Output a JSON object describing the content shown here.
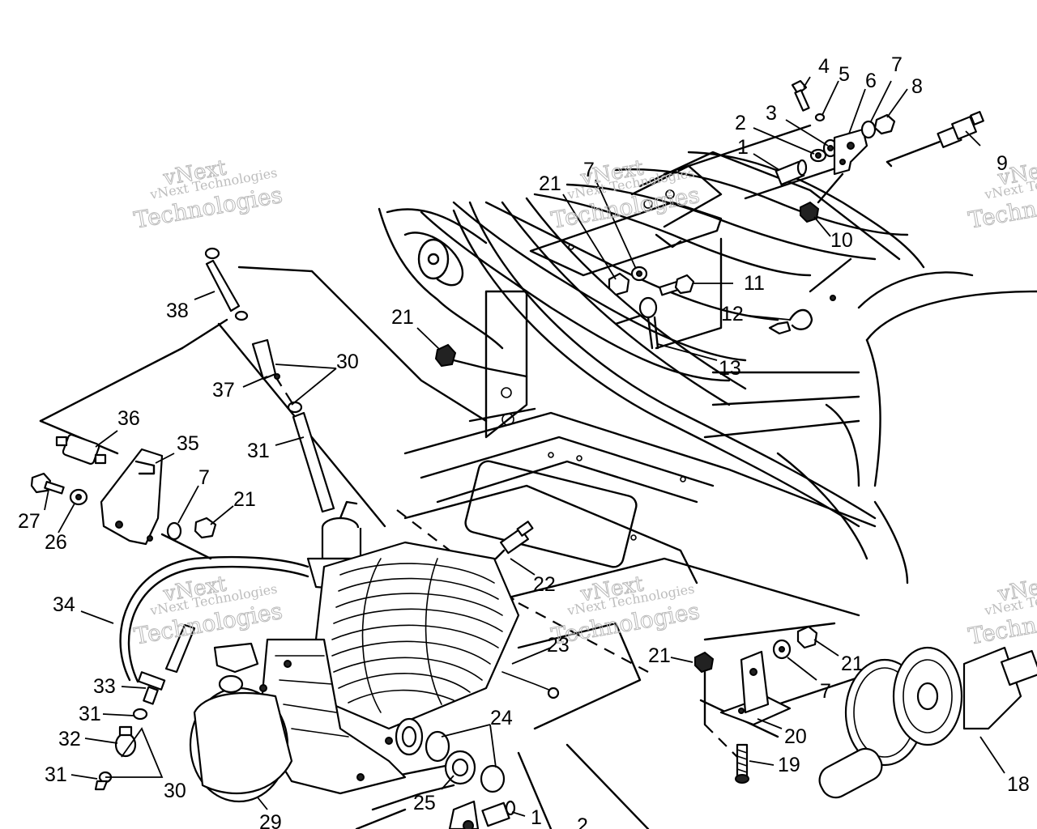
{
  "watermark": {
    "line1": "vNext",
    "line2": "vNext Technologies",
    "line3": "Technologies"
  },
  "callouts": [
    {
      "id": "c1a",
      "label": "1"
    },
    {
      "id": "c2a",
      "label": "2"
    },
    {
      "id": "c3a",
      "label": "3"
    },
    {
      "id": "c4",
      "label": "4"
    },
    {
      "id": "c5",
      "label": "5"
    },
    {
      "id": "c6",
      "label": "6"
    },
    {
      "id": "c7a",
      "label": "7"
    },
    {
      "id": "c8",
      "label": "8"
    },
    {
      "id": "c9",
      "label": "9"
    },
    {
      "id": "c10",
      "label": "10"
    },
    {
      "id": "c11",
      "label": "11"
    },
    {
      "id": "c12",
      "label": "12"
    },
    {
      "id": "c13",
      "label": "13"
    },
    {
      "id": "c21a",
      "label": "21"
    },
    {
      "id": "c7b",
      "label": "7"
    },
    {
      "id": "c21b",
      "label": "21"
    },
    {
      "id": "c38",
      "label": "38"
    },
    {
      "id": "c30a",
      "label": "30"
    },
    {
      "id": "c37",
      "label": "37"
    },
    {
      "id": "c36",
      "label": "36"
    },
    {
      "id": "c35",
      "label": "35"
    },
    {
      "id": "c31a",
      "label": "31"
    },
    {
      "id": "c7c",
      "label": "7"
    },
    {
      "id": "c21c",
      "label": "21"
    },
    {
      "id": "c27",
      "label": "27"
    },
    {
      "id": "c26",
      "label": "26"
    },
    {
      "id": "c22",
      "label": "22"
    },
    {
      "id": "c34",
      "label": "34"
    },
    {
      "id": "c23",
      "label": "23"
    },
    {
      "id": "c33",
      "label": "33"
    },
    {
      "id": "c31b",
      "label": "31"
    },
    {
      "id": "c32",
      "label": "32"
    },
    {
      "id": "c31c",
      "label": "31"
    },
    {
      "id": "c30b",
      "label": "30"
    },
    {
      "id": "c24",
      "label": "24"
    },
    {
      "id": "c25",
      "label": "25"
    },
    {
      "id": "c29",
      "label": "29"
    },
    {
      "id": "c1b",
      "label": "1"
    },
    {
      "id": "c2b",
      "label": "2"
    },
    {
      "id": "c21d",
      "label": "21"
    },
    {
      "id": "c21e",
      "label": "21"
    },
    {
      "id": "c7d",
      "label": "7"
    },
    {
      "id": "c20",
      "label": "20"
    },
    {
      "id": "c19",
      "label": "19"
    },
    {
      "id": "c18",
      "label": "18"
    }
  ]
}
